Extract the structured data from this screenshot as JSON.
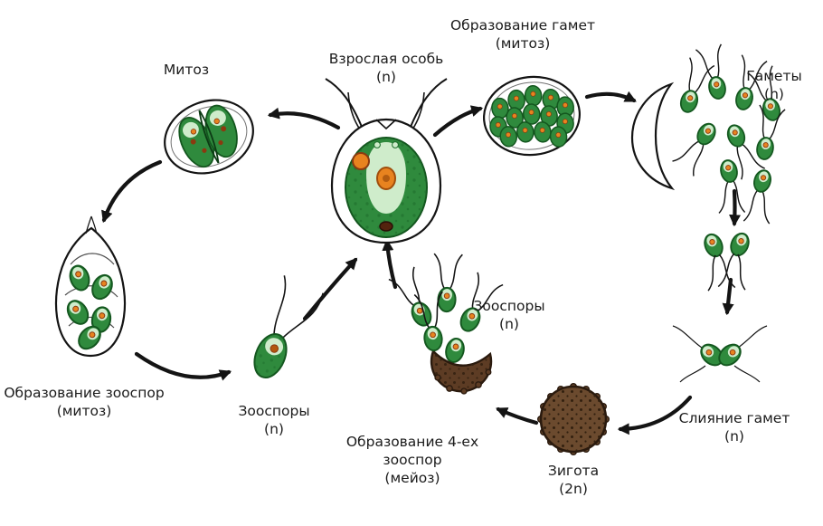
{
  "diagram": {
    "labels": {
      "adult": {
        "name": "Взрослая особь",
        "ploidy": "(n)"
      },
      "mitosis": {
        "name": "Митоз"
      },
      "gamete_formation": {
        "name": "Образование гамет",
        "process": "(митоз)"
      },
      "gametes": {
        "name": "Гаметы",
        "ploidy": "(n)"
      },
      "gamete_fusion": {
        "name": "Слияние гамет",
        "ploidy": "(n)"
      },
      "zygote": {
        "name": "Зигота",
        "ploidy": "(2n)"
      },
      "zoospore_formation_meiosis": {
        "line1": "Образование 4-ех",
        "line2": "зооспор",
        "process": "(мейоз)"
      },
      "zoospores_meiosis": {
        "name": "Зооспоры",
        "ploidy": "(n)"
      },
      "zoospores": {
        "name": "Зооспоры",
        "ploidy": "(n)"
      },
      "zoospore_formation": {
        "name": "Образование зооспор",
        "process": "(митоз)"
      }
    },
    "colors": {
      "background": "#ffffff",
      "cell_green": "#2f8a3d",
      "cell_green_dark": "#14571f",
      "chloroplast_light": "#cfeccb",
      "eyespot_orange": "#e8831f",
      "spot_brown": "#8a3a10",
      "zygote_brown": "#6b4a2e",
      "shell_brown": "#5d3c24",
      "zygote_dark": "#2a1a0e",
      "outline": "#141414",
      "arrow": "#141414",
      "text": "#1b1b1b"
    }
  }
}
